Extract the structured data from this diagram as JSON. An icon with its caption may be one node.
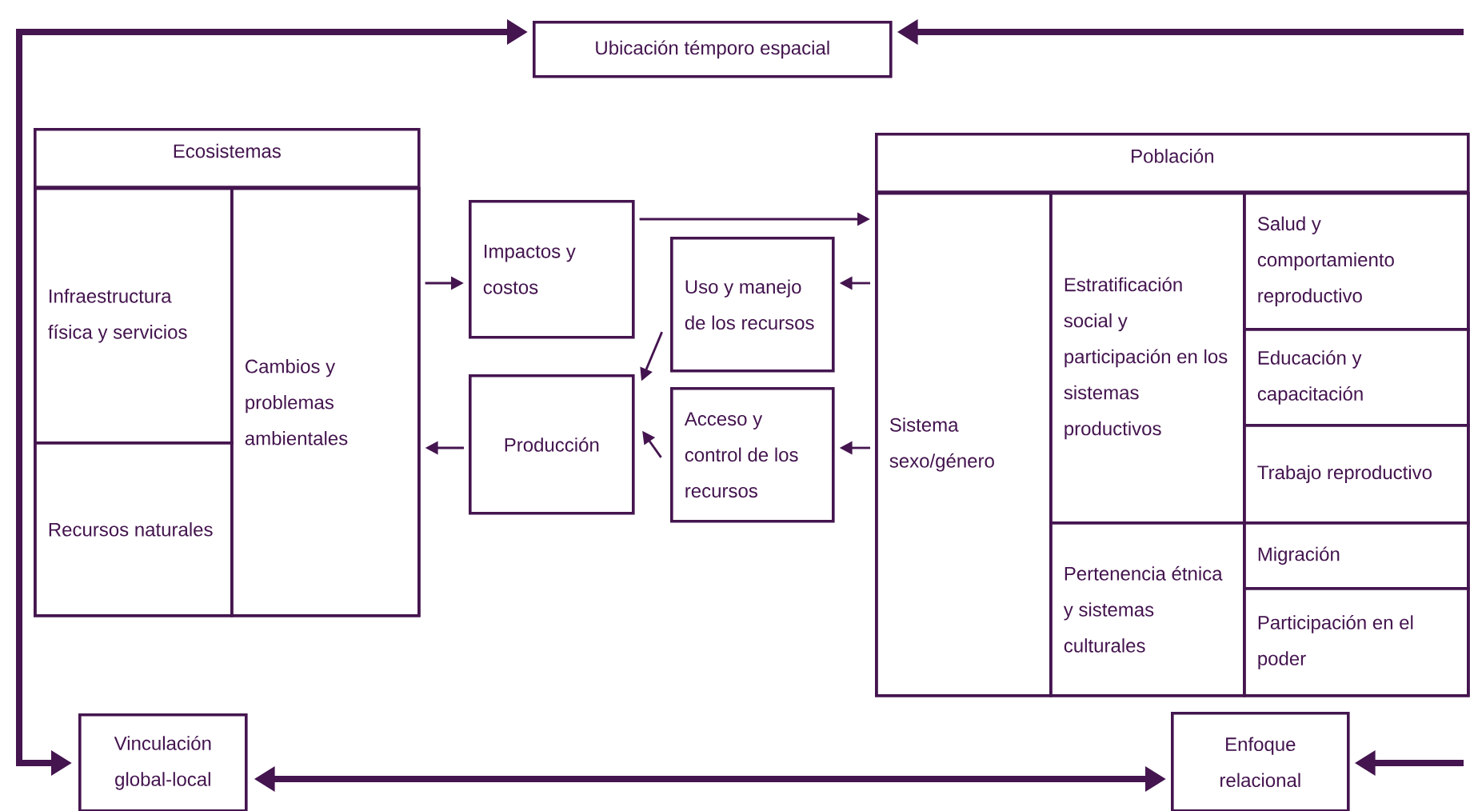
{
  "diagram": {
    "nodes": [
      {
        "text": [
          "Ubicación témporo espacial"
        ]
      },
      {
        "text": [
          "Ecosistemas"
        ]
      },
      {
        "text": [
          "Infraestructura física y servicios"
        ],
        "in": 1
      },
      {
        "text": [
          "Recursos naturales"
        ],
        "in": 1
      },
      {
        "text": [
          "Cambios y problemas ambientales"
        ],
        "in": 1
      },
      {
        "text": [
          "Impactos y costos"
        ]
      },
      {
        "text": [
          "Producción"
        ]
      },
      {
        "text": [
          "Uso y manejo de los recursos"
        ]
      },
      {
        "text": [
          "Acceso y control de los recursos"
        ]
      },
      {
        "text": [
          "Población"
        ]
      },
      {
        "text": [
          "Sistema sexo/género"
        ],
        "in": 9
      },
      {
        "text": [
          "Estratificación social y participación en los sistemas productivos"
        ],
        "in": 9
      },
      {
        "text": [
          "Pertenencia étnica y sistemas culturales"
        ],
        "in": 9
      },
      {
        "text": [
          "Salud y comportamiento reproductivo"
        ],
        "in": 9
      },
      {
        "text": [
          "Educación y capacitación"
        ],
        "in": 9
      },
      {
        "text": [
          "Trabajo reproductivo"
        ],
        "in": 9
      },
      {
        "text": [
          "Migración"
        ],
        "in": 9
      },
      {
        "text": [
          "Participación en el poder"
        ],
        "in": 9
      },
      {
        "text": [
          "Vinculación global-local"
        ]
      },
      {
        "text": [
          "Enfoque relacional"
        ]
      }
    ],
    "edges": [
      {
        "from": null,
        "to": 0,
        "arrow": "to",
        "style": "thick"
      },
      {
        "from": 18,
        "to": 0,
        "arrow": "both",
        "style": "thick"
      },
      {
        "from": 18,
        "to": 19,
        "arrow": "both",
        "style": "thick"
      },
      {
        "from": null,
        "to": 19,
        "arrow": "to",
        "style": "thick"
      },
      {
        "from": 1,
        "to": 5,
        "arrow": "to"
      },
      {
        "from": 6,
        "to": 1,
        "arrow": "to"
      },
      {
        "from": 5,
        "to": 9,
        "arrow": "to"
      },
      {
        "from": 9,
        "to": 7,
        "arrow": "to"
      },
      {
        "from": 9,
        "to": 8,
        "arrow": "to"
      },
      {
        "from": 7,
        "to": 6,
        "arrow": "to"
      },
      {
        "from": 8,
        "to": 6,
        "arrow": "to"
      }
    ]
  }
}
